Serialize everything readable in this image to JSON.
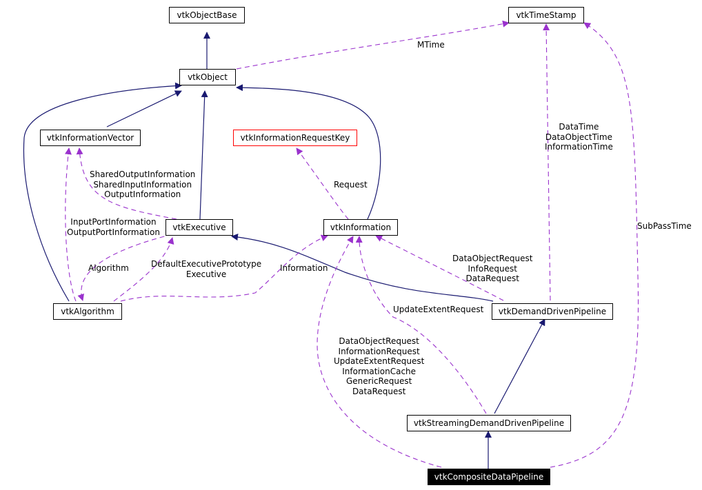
{
  "colors": {
    "inherit": "#191970",
    "usage": "#9a32cd",
    "highlight_border": "#ff0000",
    "focus_bg": "#000000"
  },
  "nodes": {
    "vtkObjectBase": "vtkObjectBase",
    "vtkTimeStamp": "vtkTimeStamp",
    "vtkObject": "vtkObject",
    "vtkInformationVector": "vtkInformationVector",
    "vtkInformationRequestKey": "vtkInformationRequestKey",
    "vtkExecutive": "vtkExecutive",
    "vtkInformation": "vtkInformation",
    "vtkAlgorithm": "vtkAlgorithm",
    "vtkDemandDrivenPipeline": "vtkDemandDrivenPipeline",
    "vtkStreamingDemandDrivenPipeline": "vtkStreamingDemandDrivenPipeline",
    "vtkCompositeDataPipeline": "vtkCompositeDataPipeline"
  },
  "labels": {
    "mtime": "MTime",
    "times": "DataTime\nDataObjectTime\nInformationTime",
    "shared": "SharedOutputInformation\nSharedInputInformation\nOutputInformation",
    "request": "Request",
    "subpass": "SubPassTime",
    "ports": "InputPortInformation\nOutputPortInformation",
    "algorithm": "Algorithm",
    "defexec": "DefaultExecutivePrototype\nExecutive",
    "information": "Information",
    "ddp_requests": "DataObjectRequest\nInfoRequest\nDataRequest",
    "update_extent": "UpdateExtentRequest",
    "cdp_requests": "DataObjectRequest\nInformationRequest\nUpdateExtentRequest\nInformationCache\nGenericRequest\nDataRequest"
  }
}
